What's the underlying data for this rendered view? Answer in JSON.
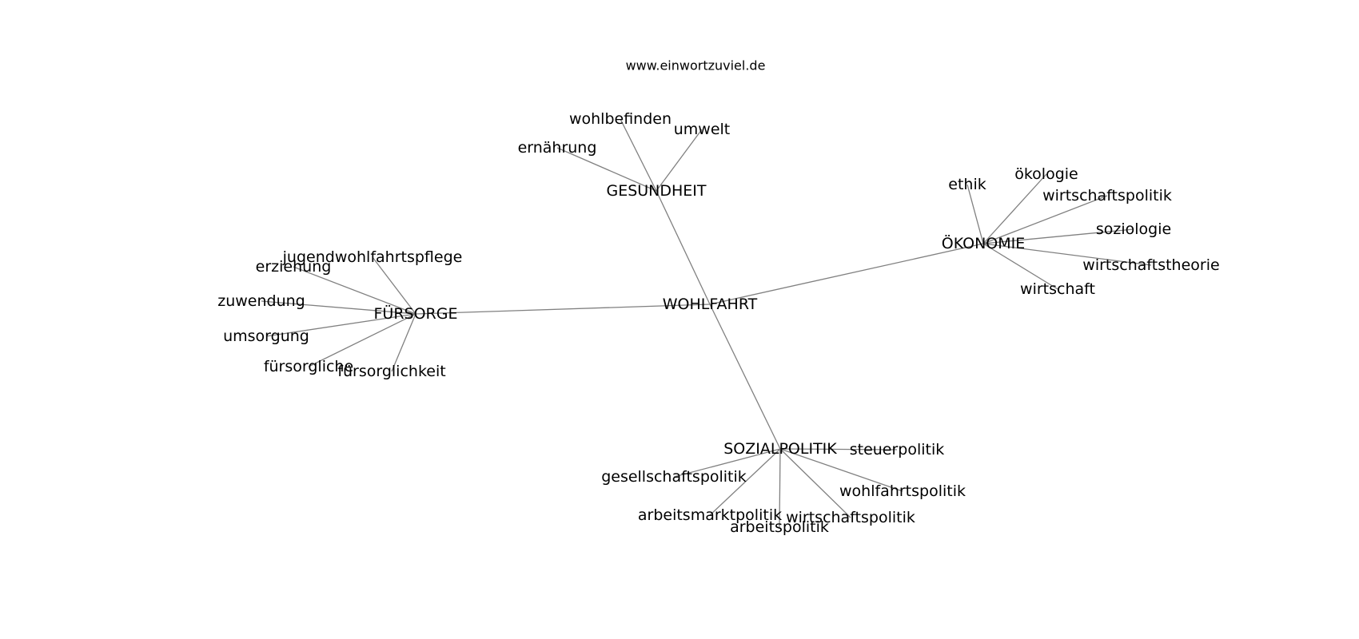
{
  "source_label": "www.einwortzuviel.de",
  "root": "WOHLFAHRT",
  "nodes": [
    {
      "id": "wohlfahrt",
      "label": "WOHLFAHRT",
      "kind": "hub"
    },
    {
      "id": "gesundheit",
      "label": "GESUNDHEIT",
      "kind": "hub"
    },
    {
      "id": "oekonomie",
      "label": "ÖKONOMIE",
      "kind": "hub"
    },
    {
      "id": "fuersorge",
      "label": "FÜRSORGE",
      "kind": "hub"
    },
    {
      "id": "sozialpolitik",
      "label": "SOZIALPOLITIK",
      "kind": "hub"
    },
    {
      "id": "wohlbefinden",
      "label": "wohlbefinden",
      "kind": "leaf"
    },
    {
      "id": "umwelt",
      "label": "umwelt",
      "kind": "leaf"
    },
    {
      "id": "ernaehrung",
      "label": "ernährung",
      "kind": "leaf"
    },
    {
      "id": "ethik",
      "label": "ethik",
      "kind": "leaf"
    },
    {
      "id": "oekologie",
      "label": "ökologie",
      "kind": "leaf"
    },
    {
      "id": "wirtschaftspolitik-oek",
      "label": "wirtschaftspolitik",
      "kind": "leaf"
    },
    {
      "id": "soziologie",
      "label": "soziologie",
      "kind": "leaf"
    },
    {
      "id": "wirtschaftstheorie",
      "label": "wirtschaftstheorie",
      "kind": "leaf"
    },
    {
      "id": "wirtschaft",
      "label": "wirtschaft",
      "kind": "leaf"
    },
    {
      "id": "jugendwohlfahrtspflege",
      "label": "jugendwohlfahrtspflege",
      "kind": "leaf"
    },
    {
      "id": "erziehung",
      "label": "erziehung",
      "kind": "leaf"
    },
    {
      "id": "zuwendung",
      "label": "zuwendung",
      "kind": "leaf"
    },
    {
      "id": "umsorgung",
      "label": "umsorgung",
      "kind": "leaf"
    },
    {
      "id": "fuersorgliche",
      "label": "fürsorgliche",
      "kind": "leaf"
    },
    {
      "id": "fuersorglichkeit",
      "label": "fürsorglichkeit",
      "kind": "leaf"
    },
    {
      "id": "steuerpolitik",
      "label": "steuerpolitik",
      "kind": "leaf"
    },
    {
      "id": "gesellschaftspolitik",
      "label": "gesellschaftspolitik",
      "kind": "leaf"
    },
    {
      "id": "wohlfahrtspolitik",
      "label": "wohlfahrtspolitik",
      "kind": "leaf"
    },
    {
      "id": "arbeitsmarktpolitik",
      "label": "arbeitsmarktpolitik",
      "kind": "leaf"
    },
    {
      "id": "wirtschaftspolitik-soz",
      "label": "wirtschaftspolitik",
      "kind": "leaf"
    },
    {
      "id": "arbeitspolitik",
      "label": "arbeitspolitik",
      "kind": "leaf"
    }
  ],
  "edges": [
    [
      "wohlfahrt",
      "gesundheit"
    ],
    [
      "wohlfahrt",
      "oekonomie"
    ],
    [
      "wohlfahrt",
      "fuersorge"
    ],
    [
      "wohlfahrt",
      "sozialpolitik"
    ],
    [
      "gesundheit",
      "wohlbefinden"
    ],
    [
      "gesundheit",
      "umwelt"
    ],
    [
      "gesundheit",
      "ernaehrung"
    ],
    [
      "oekonomie",
      "ethik"
    ],
    [
      "oekonomie",
      "oekologie"
    ],
    [
      "oekonomie",
      "wirtschaftspolitik-oek"
    ],
    [
      "oekonomie",
      "soziologie"
    ],
    [
      "oekonomie",
      "wirtschaftstheorie"
    ],
    [
      "oekonomie",
      "wirtschaft"
    ],
    [
      "fuersorge",
      "jugendwohlfahrtspflege"
    ],
    [
      "fuersorge",
      "erziehung"
    ],
    [
      "fuersorge",
      "zuwendung"
    ],
    [
      "fuersorge",
      "umsorgung"
    ],
    [
      "fuersorge",
      "fuersorgliche"
    ],
    [
      "fuersorge",
      "fuersorglichkeit"
    ],
    [
      "sozialpolitik",
      "steuerpolitik"
    ],
    [
      "sozialpolitik",
      "gesellschaftspolitik"
    ],
    [
      "sozialpolitik",
      "wohlfahrtspolitik"
    ],
    [
      "sozialpolitik",
      "arbeitsmarktpolitik"
    ],
    [
      "sozialpolitik",
      "wirtschaftspolitik-soz"
    ],
    [
      "sozialpolitik",
      "arbeitspolitik"
    ]
  ],
  "colors": {
    "edge": "#808080",
    "text": "#000000",
    "background": "#ffffff"
  }
}
